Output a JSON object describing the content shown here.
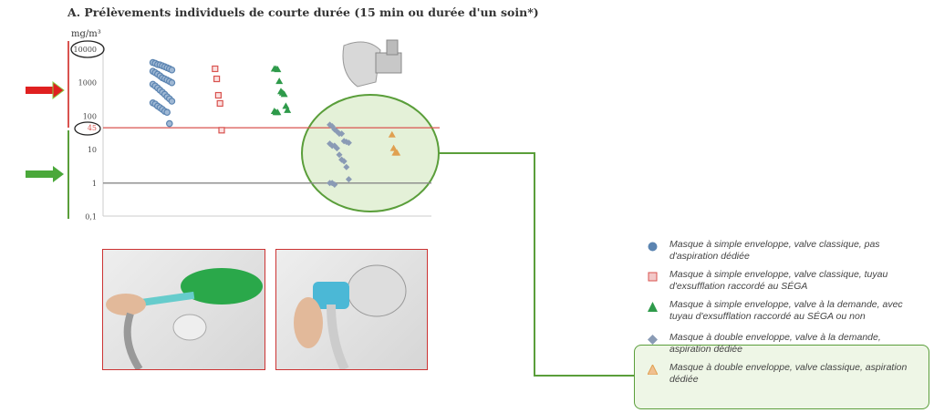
{
  "title": "A. Prélèvements individuels de courte durée (15 min ou durée d'un soin*)",
  "chart_data": {
    "type": "scatter",
    "title": "A. Prélèvements individuels de courte durée (15 min ou durée d'un soin*)",
    "ylabel": "mg/m³",
    "yscale": "log",
    "ylim": [
      0.1,
      10000
    ],
    "yticks": [
      "10000",
      "1000",
      "100",
      "45",
      "10",
      "1",
      "0,1"
    ],
    "threshold_lines": [
      {
        "value": 45,
        "color": "#d9534f"
      },
      {
        "value": 1,
        "color": "#888888"
      }
    ],
    "series": [
      {
        "name": "Masque à simple enveloppe, valve classique, pas d'aspiration dédiée",
        "marker": "circle",
        "color": "#5b84b1",
        "values": [
          4000,
          3800,
          3500,
          3400,
          3200,
          3000,
          2800,
          2600,
          2400,
          2200,
          2000,
          1800,
          1600,
          1400,
          1300,
          1200,
          1100,
          1000,
          900,
          800,
          700,
          600,
          520,
          450,
          380,
          330,
          280,
          250,
          230,
          200,
          180,
          160,
          140,
          130,
          60
        ]
      },
      {
        "name": "Masque à simple enveloppe, valve classique, tuyau d'exsufflation raccordé au SÉGA",
        "marker": "square",
        "color": "#d9534f",
        "values": [
          2600,
          1300,
          420,
          240,
          38
        ]
      },
      {
        "name": "Masque à simple enveloppe, valve à la demande, avec tuyau d'exsufflation raccordé au SÉGA ou non",
        "marker": "triangle",
        "color": "#2e9a4a",
        "values": [
          2600,
          2600,
          2500,
          1100,
          550,
          500,
          450,
          200,
          150,
          140,
          130,
          130
        ]
      },
      {
        "name": "Masque à double enveloppe, valve à la demande, aspiration dédiée",
        "marker": "diamond",
        "color": "#8a9bb5",
        "values": [
          55,
          50,
          40,
          35,
          30,
          30,
          18,
          17,
          16,
          15,
          13,
          13,
          11,
          7,
          5,
          4.5,
          3,
          1.3,
          1,
          1,
          0.9
        ]
      },
      {
        "name": "Masque à double enveloppe, valve classique, aspiration dédiée",
        "marker": "triangle",
        "color": "#e0a050",
        "values": [
          28,
          11,
          8,
          8
        ]
      }
    ]
  },
  "legend": [
    "Masque à simple enveloppe, valve classique, pas d'aspiration dédiée",
    "Masque à simple enveloppe, valve classique, tuyau d'exsufflation raccordé au SÉGA",
    "Masque à simple enveloppe, valve à la demande, avec tuyau d'exsufflation raccordé au SÉGA ou non",
    "Masque à double enveloppe, valve à la demande, aspiration dédiée",
    "Masque à double enveloppe, valve classique, aspiration dédiée"
  ]
}
